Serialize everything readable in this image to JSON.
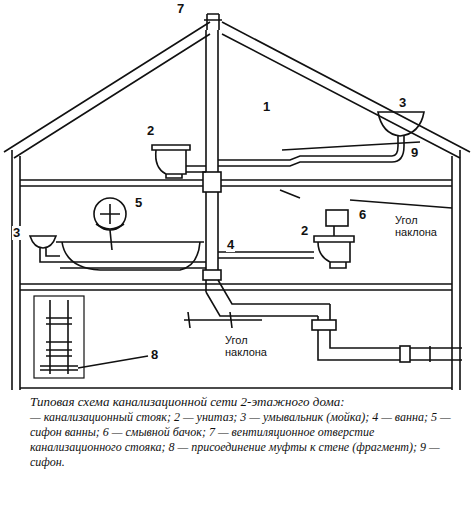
{
  "diagram": {
    "title": "Типовая схема канализационной сети 2-этажного дома:",
    "caption": "— канализационный стояк; 2 — унитаз; 3 — умывальник (мойка); 4 — ванна; 5 — сифон ванны; 6 — смывной бачок; 7 — вентиляционное отверстие канализационного стояка; 8 — присоединение муфты к стене (фрагмент); 9 — сифон.",
    "labels": [
      "7",
      "1",
      "2",
      "3",
      "9",
      "3",
      "5",
      "4",
      "6",
      "2",
      "Угол наклона",
      "Угол наклона",
      "8"
    ]
  }
}
